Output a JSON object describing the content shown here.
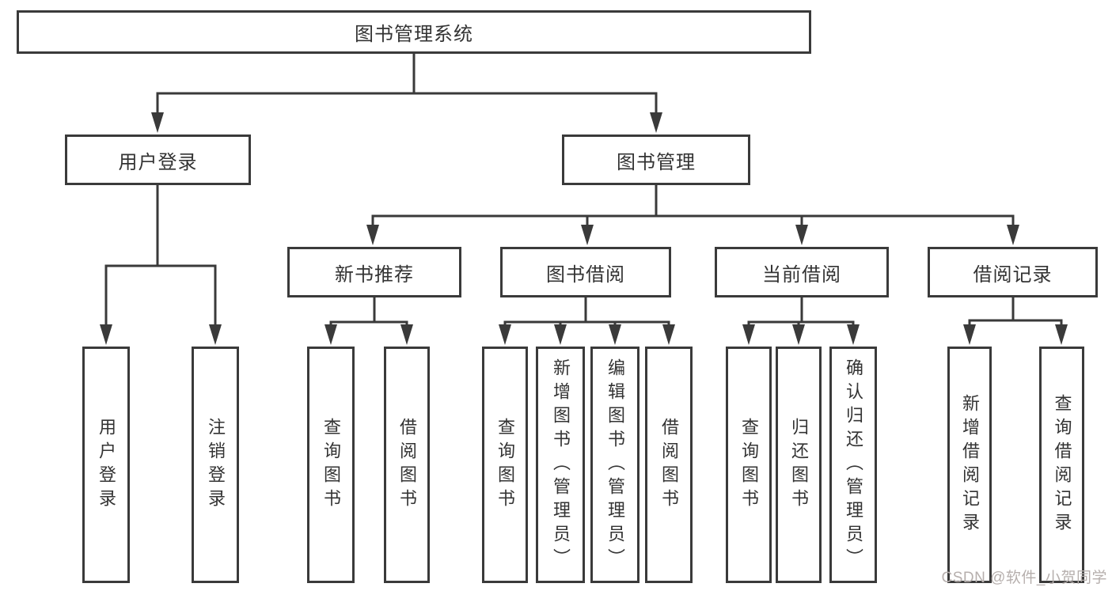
{
  "tree": {
    "root": {
      "label": "图书管理系统",
      "children": [
        {
          "label": "用户登录",
          "children": [
            {
              "label": "用户登录"
            },
            {
              "label": "注销登录"
            }
          ]
        },
        {
          "label": "图书管理",
          "children": [
            {
              "label": "新书推荐",
              "children": [
                {
                  "label": "查询图书"
                },
                {
                  "label": "借阅图书"
                }
              ]
            },
            {
              "label": "图书借阅",
              "children": [
                {
                  "label": "查询图书"
                },
                {
                  "label": "新增图书（管理员）"
                },
                {
                  "label": "编辑图书（管理员）"
                },
                {
                  "label": "借阅图书"
                }
              ]
            },
            {
              "label": "当前借阅",
              "children": [
                {
                  "label": "查询图书"
                },
                {
                  "label": "归还图书"
                },
                {
                  "label": "确认归还（管理员）"
                }
              ]
            },
            {
              "label": "借阅记录",
              "children": [
                {
                  "label": "新增借阅记录"
                },
                {
                  "label": "查询借阅记录"
                }
              ]
            }
          ]
        }
      ]
    }
  },
  "watermark": {
    "text": "CSDN @软件_小贺同学",
    "color": "#b6afad"
  },
  "colors": {
    "line": "#3a3a3a",
    "box_border": "#3a3a3a",
    "box_fill": "#ffffff",
    "text": "#333333",
    "background": "#ffffff"
  }
}
